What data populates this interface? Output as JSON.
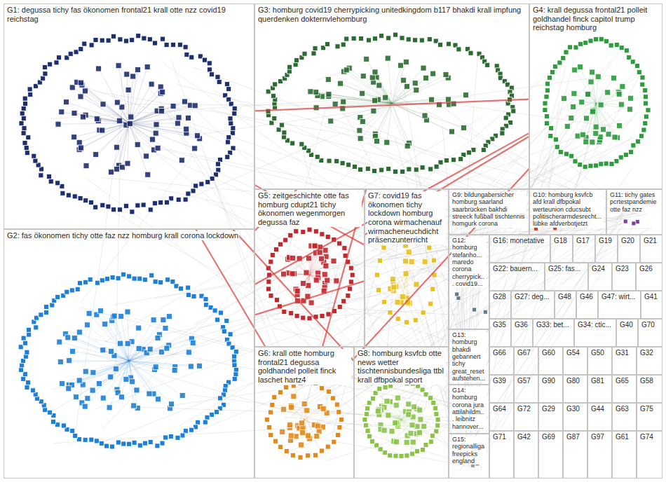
{
  "diagram": {
    "nodes": [
      {
        "text": [
          "G1: degussa tichy fas ökonomen frontal21 krall otte nzz covid19 reichstag"
        ]
      },
      {
        "text": [
          "G3: homburg covid19 cherrypicking unitedkingdom b117 bhakdi krall impfung querdenken dokternvlehomburg"
        ]
      },
      {
        "text": [
          "G4: krall degussa frontal21 polleit goldhandel finck capitol trump reichstag homburg"
        ]
      },
      {
        "text": [
          "G2: fas ökonomen tichy otte faz nzz homburg krall corona lockdown"
        ]
      },
      {
        "text": [
          "G5: zeitgeschichte otte fas homburg cdupt21 tichy ökonomen wegenmorgen degussa faz"
        ]
      },
      {
        "text": [
          "G7: covid19 fas ökonomen tichy lockdown homburg corona wirmachenauf wirmacheneuchdicht präsenzunterricht"
        ]
      },
      {
        "text": [
          "G9: bildungabersicher homburg saarland saarbrücken bakhdi streeck fußball tischtennis homgurk corona"
        ]
      },
      {
        "text": [
          "G10: homburg ksvfcb afd krall dfbpokal werteunion cducsubt politischerarmdesrecht... lübke afdverbotjetzt"
        ]
      },
      {
        "text": [
          "G11: tichy gates pcrtestpandemie otte faz nzz"
        ]
      },
      {
        "text": [
          "G12: homburg stefanho... maredo corona cherrypick... covid19..."
        ]
      },
      {
        "text": [
          "G6: krall otte homburg frontal21 degussa goldhandel polleit finck laschet hartz4"
        ]
      },
      {
        "text": [
          "G8: homburg ksvfcb otte news wetter tischtennisbundesliga ttbl krall dfbpokal sport"
        ]
      },
      {
        "text": [
          "G13: homburg bhakdi gebannert tichy great_reset aufstehen..."
        ]
      },
      {
        "text": [
          "G14: homburg corona jura attilahildm... leibnitz hannover..."
        ]
      },
      {
        "text": [
          "G15: regionalliga freepicks england"
        ]
      },
      {
        "text": [
          "G16: monetative"
        ]
      },
      {
        "text": [
          "G18"
        ]
      },
      {
        "text": [
          "G17"
        ]
      },
      {
        "text": [
          "G19"
        ]
      },
      {
        "text": [
          "G20"
        ]
      },
      {
        "text": [
          "G21"
        ]
      },
      {
        "text": [
          "G22: bauern..."
        ]
      },
      {
        "text": [
          "G25: fas..."
        ]
      },
      {
        "text": [
          "G24"
        ]
      },
      {
        "text": [
          "G23"
        ]
      },
      {
        "text": [
          "G26"
        ]
      },
      {
        "text": [
          "G28"
        ]
      },
      {
        "text": [
          "G27: deg..."
        ]
      },
      {
        "text": [
          "G48"
        ]
      },
      {
        "text": [
          "G46"
        ]
      },
      {
        "text": [
          "G47: wirt..."
        ]
      },
      {
        "text": [
          "G41"
        ]
      },
      {
        "text": [
          "G35"
        ]
      },
      {
        "text": [
          "G36"
        ]
      },
      {
        "text": [
          "G33: bet..."
        ]
      },
      {
        "text": [
          "G34: ctic..."
        ]
      },
      {
        "text": [
          "G40"
        ]
      },
      {
        "text": [
          "G70"
        ]
      },
      {
        "text": [
          "G66"
        ]
      },
      {
        "text": [
          "G67"
        ]
      },
      {
        "text": [
          "G60"
        ]
      },
      {
        "text": [
          "G54"
        ]
      },
      {
        "text": [
          "G50"
        ]
      },
      {
        "text": [
          "G31"
        ]
      },
      {
        "text": [
          "G32"
        ]
      },
      {
        "text": [
          "G39"
        ]
      },
      {
        "text": [
          "G57"
        ]
      },
      {
        "text": [
          "G90"
        ]
      },
      {
        "text": [
          "G80"
        ]
      },
      {
        "text": [
          "G81"
        ]
      },
      {
        "text": [
          "G65"
        ]
      },
      {
        "text": [
          "G58"
        ]
      },
      {
        "text": [
          "G64"
        ]
      },
      {
        "text": [
          "G72"
        ]
      },
      {
        "text": [
          "G29"
        ]
      },
      {
        "text": [
          "G30"
        ]
      },
      {
        "text": [
          "G44"
        ]
      },
      {
        "text": [
          "G63"
        ]
      },
      {
        "text": [
          "G75"
        ]
      },
      {
        "text": [
          "G71"
        ]
      },
      {
        "text": [
          "G42"
        ]
      },
      {
        "text": [
          "G69"
        ]
      },
      {
        "text": [
          "G87"
        ]
      },
      {
        "text": [
          "G97"
        ]
      },
      {
        "text": [
          "G61"
        ]
      },
      {
        "text": [
          "G74"
        ]
      }
    ],
    "edges": [
      {
        "from": 0,
        "to": 2,
        "arrow": "none"
      },
      {
        "from": 0,
        "to": 1,
        "arrow": "none"
      },
      {
        "from": 0,
        "to": 10,
        "arrow": "none"
      },
      {
        "from": 0,
        "to": 5,
        "arrow": "none"
      },
      {
        "from": 0,
        "to": 11,
        "arrow": "none"
      },
      {
        "from": 3,
        "to": 1,
        "arrow": "none"
      },
      {
        "from": 3,
        "to": 2,
        "arrow": "none"
      },
      {
        "from": 3,
        "to": 4,
        "arrow": "none"
      },
      {
        "from": 3,
        "to": 5,
        "arrow": "none"
      },
      {
        "from": 1,
        "to": 10,
        "arrow": "none"
      },
      {
        "from": 2,
        "to": 4,
        "arrow": "none"
      },
      {
        "from": 2,
        "to": 10,
        "arrow": "none"
      }
    ]
  }
}
